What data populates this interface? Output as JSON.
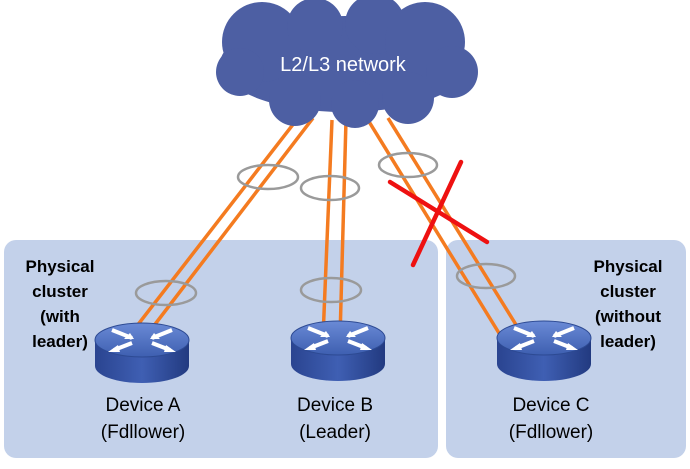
{
  "network": {
    "label": "L2/L3 network"
  },
  "clusters": [
    {
      "id": "left",
      "label_lines": [
        "Physical",
        "cluster",
        "(with",
        "leader)"
      ]
    },
    {
      "id": "right",
      "label_lines": [
        "Physical",
        "cluster",
        "(without",
        "leader)"
      ]
    }
  ],
  "devices": [
    {
      "id": "a",
      "name": "Device A",
      "role": "(Fdllower)"
    },
    {
      "id": "b",
      "name": "Device B",
      "role": "(Leader)"
    },
    {
      "id": "c",
      "name": "Device C",
      "role": "(Fdllower)"
    }
  ],
  "colors": {
    "cluster_fill": "#c3d1ea",
    "cloud_fill": "#4d5fa3",
    "link": "#f47b20",
    "ring": "#9a9a9a",
    "cross": "#ee1111",
    "device_top": "#4d6fc0",
    "device_side": "#2d4a93"
  },
  "icons": {
    "device": "router-icon",
    "link_failure": "cross-icon",
    "network": "cloud-icon"
  }
}
